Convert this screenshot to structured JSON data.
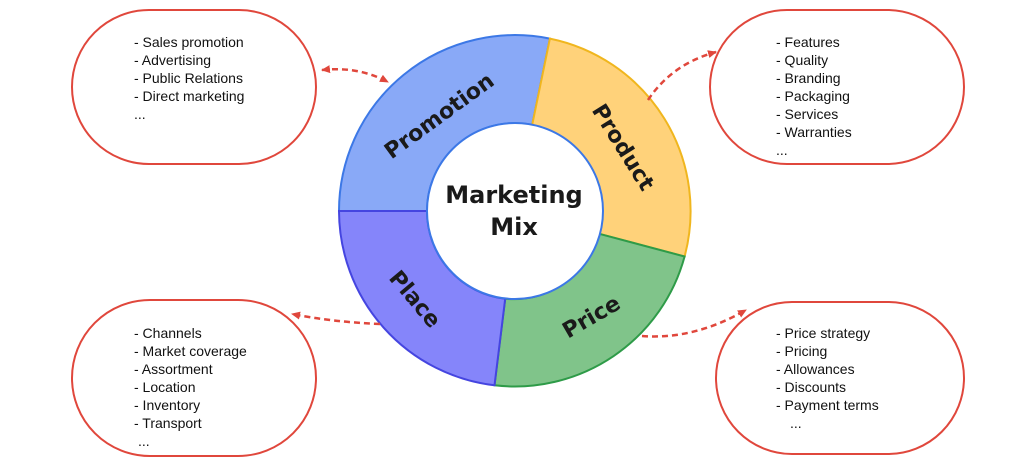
{
  "center": {
    "line1": "Marketing",
    "line2": "Mix"
  },
  "segments": {
    "promotion": {
      "label": "Promotion",
      "fill": "#89a9f7",
      "stroke": "#3c78e6"
    },
    "product": {
      "label": "Product",
      "fill": "#ffd27a",
      "stroke": "#f0b61e"
    },
    "price": {
      "label": "Price",
      "fill": "#80c48a",
      "stroke": "#2e9b48"
    },
    "place": {
      "label": "Place",
      "fill": "#8585fa",
      "stroke": "#4545e0"
    }
  },
  "boxes": {
    "promotion": [
      "- Sales promotion",
      "- Advertising",
      "- Public Relations",
      "- Direct marketing",
      "..."
    ],
    "product": [
      "- Features",
      "- Quality",
      "- Branding",
      "- Packaging",
      "- Services",
      "- Warranties",
      "..."
    ],
    "place": [
      "- Channels",
      "- Market coverage",
      "- Assortment",
      "- Location",
      "- Inventory",
      "- Transport",
      "..."
    ],
    "price": [
      "- Price strategy",
      "- Pricing",
      "- Allowances",
      "- Discounts",
      "- Payment terms",
      "..."
    ]
  },
  "colors": {
    "box_stroke": "#e0473c",
    "connector": "#e0473c"
  }
}
